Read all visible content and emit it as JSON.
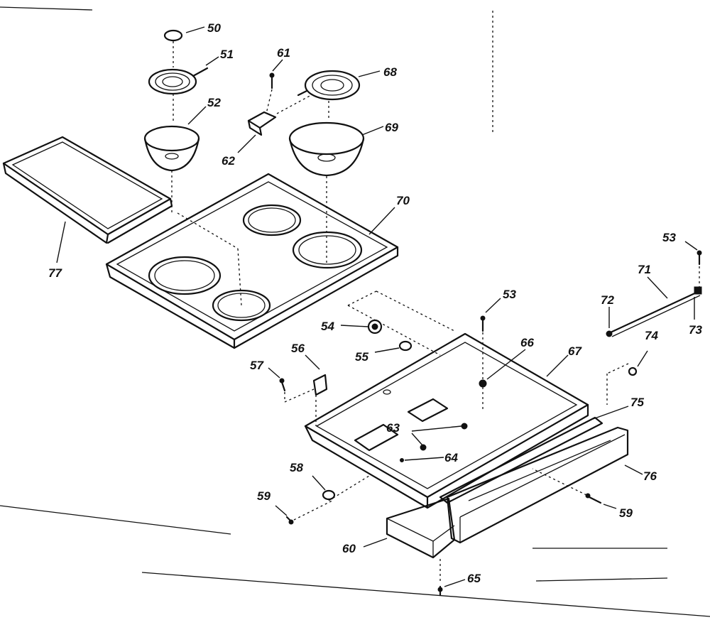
{
  "labels": {
    "p50": "50",
    "p51": "51",
    "p52": "52",
    "p53a": "53",
    "p53b": "53",
    "p54": "54",
    "p55": "55",
    "p56": "56",
    "p57": "57",
    "p58": "58",
    "p59a": "59",
    "p59b": "59",
    "p60": "60",
    "p61": "61",
    "p62": "62",
    "p63": "63",
    "p64": "64",
    "p65": "65",
    "p66": "66",
    "p67": "67",
    "p68": "68",
    "p69": "69",
    "p70": "70",
    "p71": "71",
    "p72": "72",
    "p73": "73",
    "p74": "74",
    "p75": "75",
    "p76": "76",
    "p77": "77"
  }
}
